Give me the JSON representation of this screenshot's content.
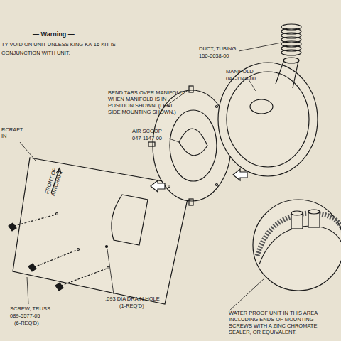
{
  "diagram": {
    "labels": [
      "— Warning —",
      "TY VOID ON UNIT UNLESS KING KA-16 KIT IS",
      "CONJUNCTION WITH UNIT.",
      "DUCT, TUBING",
      "150-0038-00",
      "MANIFOLD",
      "047-1146-00",
      "BEND TABS OVER MANIFOLD WHEN MANIFOLD IS IN POSITION SHOWN. (LEFT SIDE MOUNTING SHOWN.)",
      "AIR SCOOP",
      "047-1147-00",
      "RCRAFT IN",
      "FRONT OF AIRCRAFT",
      "SCREW, TRUSS",
      "089-5577-05",
      "(6-REQ'D)",
      ".093 DIA DRAIN HOLE",
      "(1-REQ'D)",
      "WATER PROOF UNIT IN THIS AREA INCLUDING ENDS OF MOUNTING SCREWS WITH A ZINC CHROMATE SEALER, OR EQUIVALENT."
    ]
  }
}
